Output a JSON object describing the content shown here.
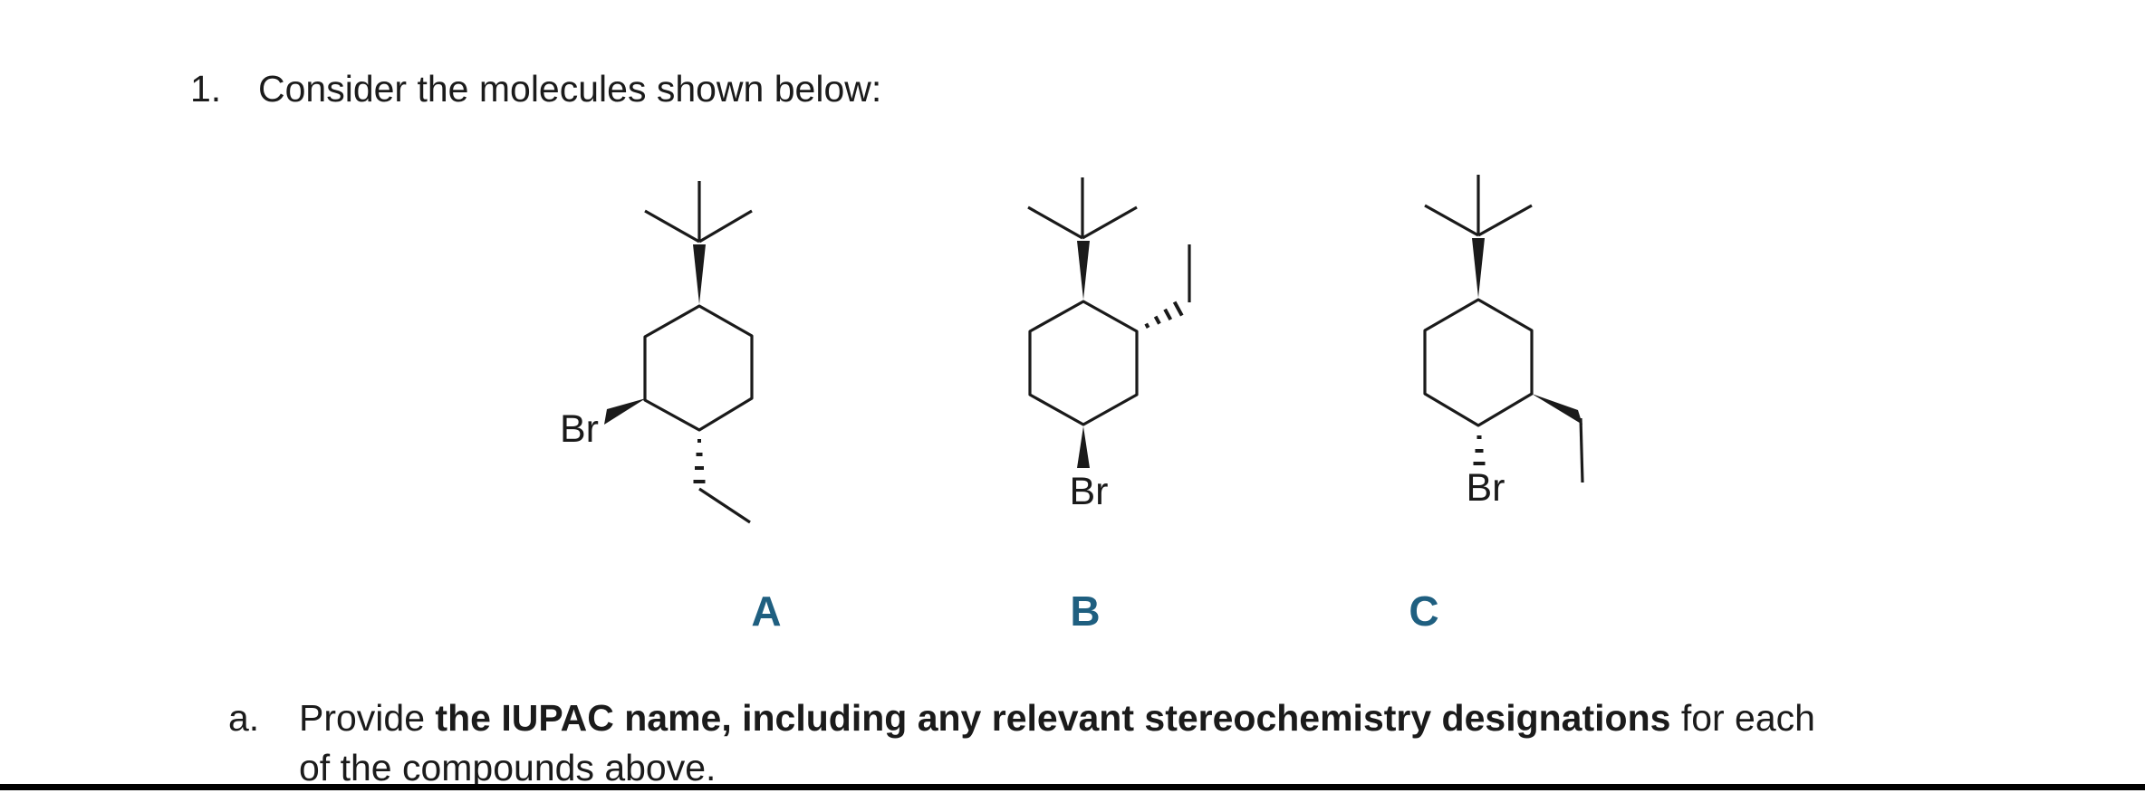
{
  "document": {
    "question_number": "1.",
    "question_text": "Consider the molecules shown below:",
    "sub_item": {
      "letter": "a.",
      "text_regular_start": "Provide ",
      "text_bold": "the IUPAC name, including any relevant stereochemistry designations",
      "text_regular_end": " for each",
      "text_line2": "of the compounds above."
    }
  },
  "molecules": [
    {
      "label": "A",
      "halogen_label": "Br",
      "structure": "1-bromo-4-tert-butyl-2-ethylcyclohexane drawing",
      "stereo_bonds": {
        "tert_butyl": "bold-wedge-top",
        "bromine": "bold-wedge-lower-left",
        "ethyl": "hashed-wedge-bottom"
      }
    },
    {
      "label": "B",
      "halogen_label": "Br",
      "structure": "1-bromo-4-tert-butyl-3-ethylcyclohexane drawing",
      "stereo_bonds": {
        "tert_butyl": "bold-wedge-top",
        "ethyl": "hashed-wedge-upper-right",
        "bromine": "bold-wedge-bottom"
      }
    },
    {
      "label": "C",
      "halogen_label": "Br",
      "structure": "1-bromo-4-tert-butyl-2-ethylcyclohexane drawing",
      "stereo_bonds": {
        "tert_butyl": "bold-wedge-top",
        "ethyl": "bold-wedge-lower-right",
        "bromine": "hashed-wedge-bottom"
      }
    }
  ],
  "colors": {
    "text": "#1b1b1b",
    "structure": "#1a1a1a",
    "molecule_label": "#1f5f80",
    "bottom_rule": "#000000",
    "background": "#ffffff"
  }
}
